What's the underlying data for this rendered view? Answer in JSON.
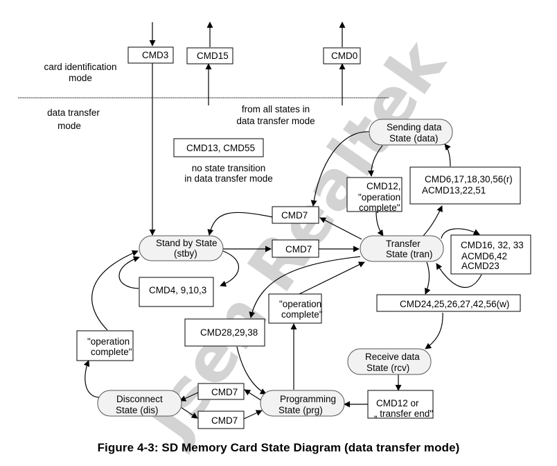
{
  "figure": {
    "caption": "Figure 4-3: SD Memory Card State Diagram (data transfer mode)",
    "watermark": "Jsen Realtek"
  },
  "modes": {
    "card_identification": [
      "card identification",
      "mode"
    ],
    "data_transfer": [
      "data transfer",
      "mode"
    ]
  },
  "notes": {
    "from_all_states": [
      "from all states in",
      "data transfer mode"
    ],
    "no_state_transition": [
      "no state transition",
      "in data transfer mode"
    ]
  },
  "states": {
    "stby": [
      "Stand by State",
      "(stby)"
    ],
    "tran": [
      "Transfer",
      "State (tran)"
    ],
    "data": [
      "Sending data",
      "State (data)"
    ],
    "rcv": [
      "Receive data",
      "State (rcv)"
    ],
    "prg": [
      "Programming",
      "State (prg)"
    ],
    "dis": [
      "Disconnect",
      "State (dis)"
    ]
  },
  "commands": {
    "cmd3": [
      "CMD3"
    ],
    "cmd15": [
      "CMD15"
    ],
    "cmd0": [
      "CMD0"
    ],
    "cmd13_55": [
      "CMD13, CMD55"
    ],
    "cmd7_tran_to_stby": [
      "CMD7"
    ],
    "cmd7_stby_to_tran": [
      "CMD7"
    ],
    "cmd4_9_10_3": [
      "CMD4, 9,10,3"
    ],
    "cmd12_op_complete": [
      "CMD12,",
      "\"operation",
      "complete\""
    ],
    "cmd_read": [
      "CMD6,17,18,30,56(r)",
      "ACMD13,22,51"
    ],
    "cmd_tran_loop": [
      "CMD16, 32, 33",
      "ACMD6,42",
      "ACMD23"
    ],
    "cmd_write": [
      "CMD24,25,26,27,42,56(w)"
    ],
    "cmd28_29_38": [
      "CMD28,29,38"
    ],
    "op_complete_prg": [
      "\"operation",
      "complete\""
    ],
    "op_complete_dis": [
      "\"operation",
      "complete\""
    ],
    "cmd7_prg_to_dis": [
      "CMD7"
    ],
    "cmd7_dis_to_prg": [
      "CMD7"
    ],
    "cmd12_transfer_end": [
      "CMD12 or",
      "„ transfer end\""
    ]
  }
}
